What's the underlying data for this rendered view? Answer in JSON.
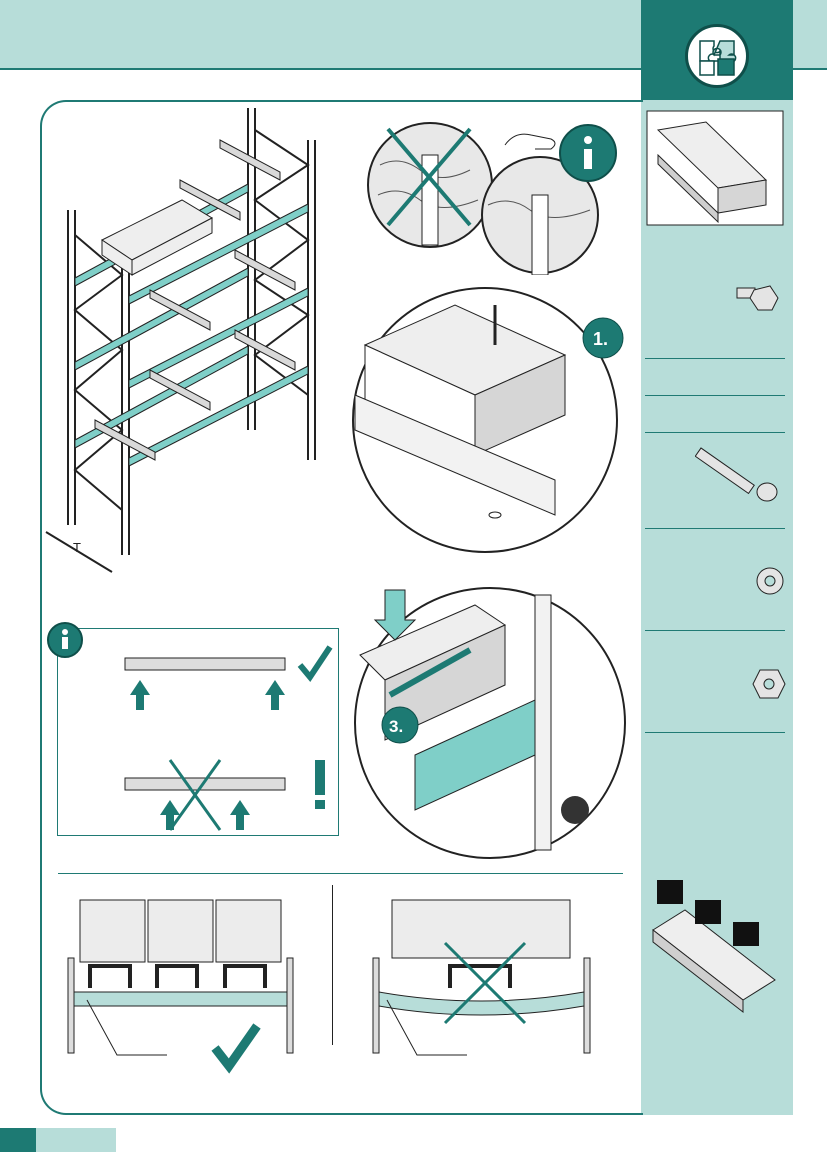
{
  "page": {
    "colors": {
      "accent_dark": "#1d7a73",
      "accent_light": "#b7ddd9",
      "beam_teal": "#7fcfc8",
      "ink": "#222222"
    }
  },
  "header": {
    "icon": "puzzle-icon"
  },
  "figures": {
    "rack_overview": {
      "dimension_label": "T"
    },
    "grain_check": {
      "info_icon": "info-icon",
      "hand_icon": "pointing-hand-icon"
    },
    "assembly_step1": {
      "step_label": "1."
    },
    "assembly_step3": {
      "step_label": "3."
    },
    "pallet_support": {
      "info_icon": "info-icon",
      "ok_icon": "check-icon",
      "warning_icon": "exclamation-icon"
    },
    "load_distribution": {
      "ok_icon": "check-icon"
    }
  },
  "sidebar": {
    "parts": [
      {
        "name": "bolt-and-nut-icon"
      },
      {
        "name": "carriage-bolt-icon"
      },
      {
        "name": "washer-icon"
      },
      {
        "name": "hex-nut-icon"
      },
      {
        "name": "weights-on-beam-icon"
      }
    ]
  }
}
